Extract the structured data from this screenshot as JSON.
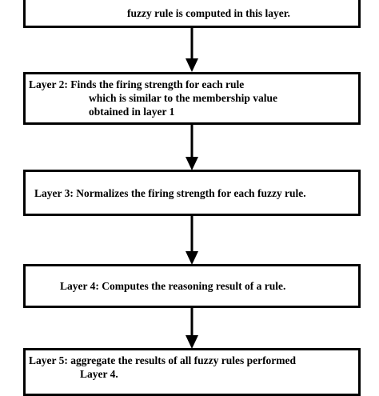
{
  "layers": [
    {
      "lines": [
        "fuzzy rule is computed in this layer."
      ]
    },
    {
      "lines": [
        "Layer 2:  Finds the firing strength for each rule",
        "which is similar to the membership value",
        "obtained in layer 1"
      ]
    },
    {
      "lines": [
        "Layer 3:  Normalizes the firing strength for each fuzzy rule."
      ]
    },
    {
      "lines": [
        "Layer 4:  Computes the reasoning result of a rule."
      ]
    },
    {
      "lines": [
        "Layer 5:  aggregate the results of all fuzzy rules performed",
        "Layer 4."
      ]
    }
  ],
  "colors": {
    "stroke": "#000000",
    "background": "#ffffff"
  }
}
